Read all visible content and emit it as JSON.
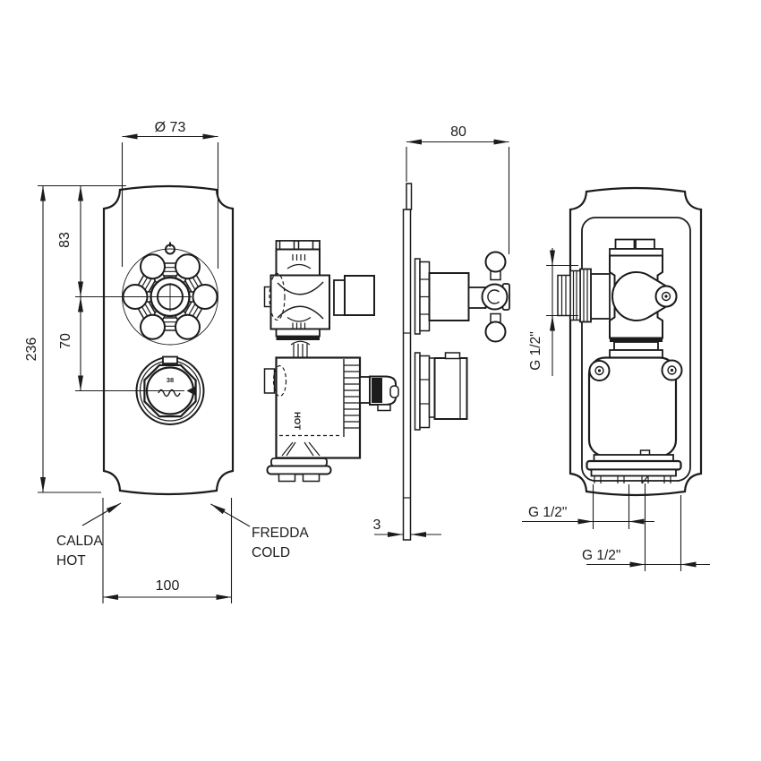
{
  "drawing": {
    "front_view": {
      "dim_diameter": "Ø 73",
      "dim_height_total": "236",
      "dim_top_to_handle": "83",
      "dim_handle_to_knob": "70",
      "dim_width": "100",
      "knob_temperature": "38",
      "label_hot_italian": "CALDA",
      "label_hot_english": "HOT",
      "label_cold_italian": "FREDDA",
      "label_cold_english": "COLD"
    },
    "side_view": {
      "dim_depth": "80",
      "dim_plate_thickness": "3",
      "marking_hot": "HOT"
    },
    "rear_view": {
      "dim_side_port_thread": "G 1/2\"",
      "dim_bottom_port_thread_1": "G 1/2\"",
      "dim_bottom_port_thread_2": "G 1/2\""
    },
    "line_color": "#1c1c1c",
    "background": "#ffffff"
  }
}
